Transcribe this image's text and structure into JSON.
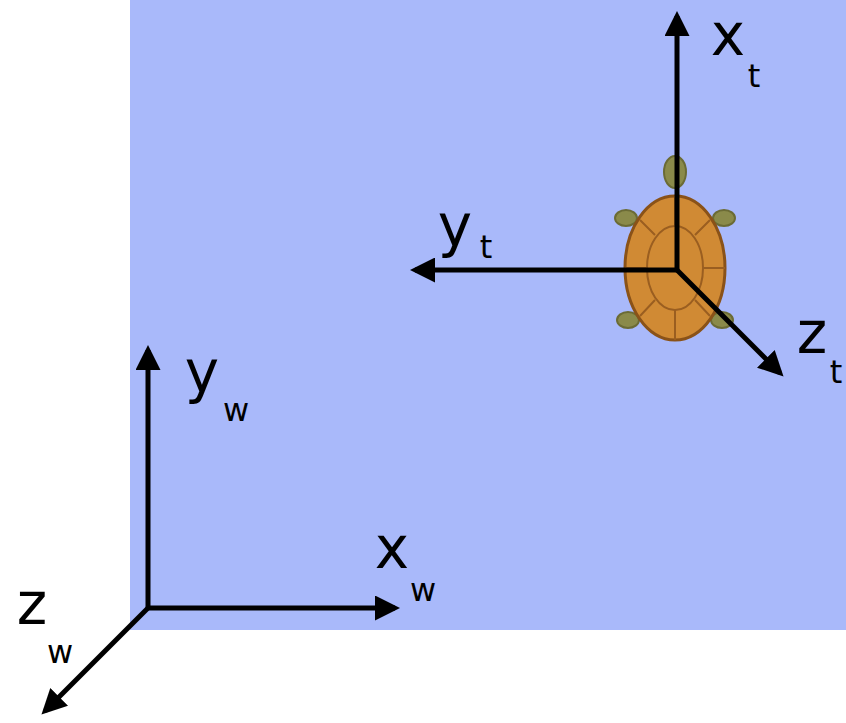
{
  "diagram": {
    "labels": [
      "x",
      "t",
      "y",
      "t",
      "z",
      "t",
      "y",
      "w",
      "x",
      "w",
      "z",
      "w"
    ]
  }
}
